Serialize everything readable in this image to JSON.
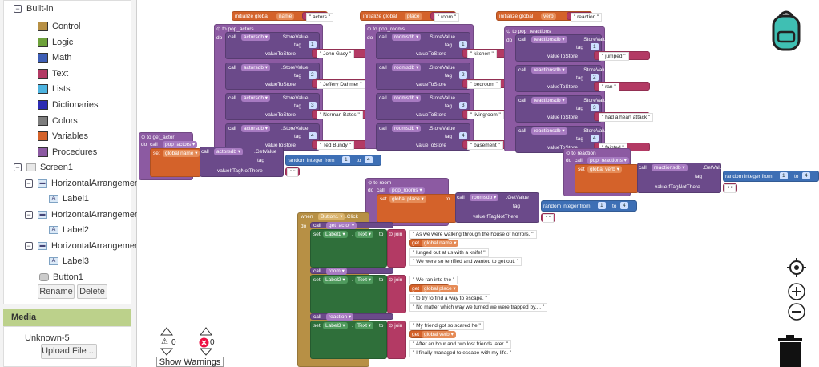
{
  "left_panel": {
    "builtin": "Built-in",
    "categories": [
      {
        "label": "Control",
        "color": "#b79045"
      },
      {
        "label": "Logic",
        "color": "#6ea23b"
      },
      {
        "label": "Math",
        "color": "#3d5eb5"
      },
      {
        "label": "Text",
        "color": "#b33a64"
      },
      {
        "label": "Lists",
        "color": "#4db3df"
      },
      {
        "label": "Dictionaries",
        "color": "#2d2cb3"
      },
      {
        "label": "Colors",
        "color": "#7d7d7d"
      },
      {
        "label": "Variables",
        "color": "#d4622a"
      },
      {
        "label": "Procedures",
        "color": "#8c5aa2"
      }
    ],
    "screen": "Screen1",
    "components": [
      "HorizontalArrangement1",
      "Label1",
      "HorizontalArrangement2",
      "Label2",
      "HorizontalArrangement3",
      "Label3",
      "Button1"
    ],
    "rename": "Rename",
    "delete": "Delete",
    "media": "Media",
    "unknown": "Unknown-5",
    "upload": "Upload File ..."
  },
  "workspace": {
    "globals": [
      {
        "kw": "initialize global",
        "name": "name",
        "to": "to",
        "val": "actors"
      },
      {
        "kw": "initialize global",
        "name": "place",
        "to": "to",
        "val": "room"
      },
      {
        "kw": "initialize global",
        "name": "verb",
        "to": "to",
        "val": "reaction"
      }
    ],
    "pop_actors": {
      "header": "to pop_actors",
      "db": "actorsdb",
      "items": [
        "John Gacy",
        "Jeffery Dahmer",
        "Norman Bates",
        "Ted Bundy"
      ]
    },
    "pop_rooms": {
      "header": "to pop_rooms",
      "db": "roomsdb",
      "items": [
        "kitchen",
        "bedroom",
        "livingroom",
        "basement"
      ]
    },
    "pop_reactions": {
      "header": "to pop_reactions",
      "db": "reactionsdb",
      "items": [
        "jumped",
        "ran",
        "had a heart attack",
        "fainted"
      ]
    },
    "common": {
      "do": "do",
      "call": "call",
      "store": ".StoreValue",
      "tag": "tag",
      "vts": "valueToStore",
      "get": ".GetValue",
      "vitnt": "valueIfTagNotThere",
      "rand": "random integer from",
      "to": "to",
      "set": "set",
      "join": "join",
      "when": "when",
      "click": ".Click",
      "text": "Text",
      "get_kw": "get"
    },
    "procs": [
      {
        "header": "to get_actor",
        "call": "pop_actors",
        "var": "global name",
        "db": "actorsdb",
        "from": "1",
        "to": "4"
      },
      {
        "header": "to room",
        "call": "pop_rooms",
        "var": "global place",
        "db": "roomsdb",
        "from": "1",
        "to": "4"
      },
      {
        "header": "to reaction",
        "call": "pop_reactions",
        "var": "global verb",
        "db": "reactionsdb",
        "from": "1",
        "to": "4"
      }
    ],
    "event": {
      "button": "Button1",
      "groups": [
        {
          "call": "get_actor",
          "label": "Label1",
          "var": "global name",
          "lines": [
            "As we were walking through the house of horrors.",
            "lunged out at us with a knife!",
            "We were so terrified and wanted to get out."
          ]
        },
        {
          "call": "room",
          "label": "Label2",
          "var": "global place",
          "lines": [
            "We ran into the",
            "to try to find a way to escape.",
            "No matter which way we turned we were trapped by...."
          ]
        },
        {
          "call": "reaction",
          "label": "Label3",
          "var": "global verb",
          "lines": [
            "My friend got so scared he",
            "After an hour and two lost friends later.",
            "I finally managed to escape with my life."
          ]
        }
      ]
    },
    "warnings": {
      "warn_count": "0",
      "err_count": "0",
      "show": "Show Warnings"
    }
  }
}
